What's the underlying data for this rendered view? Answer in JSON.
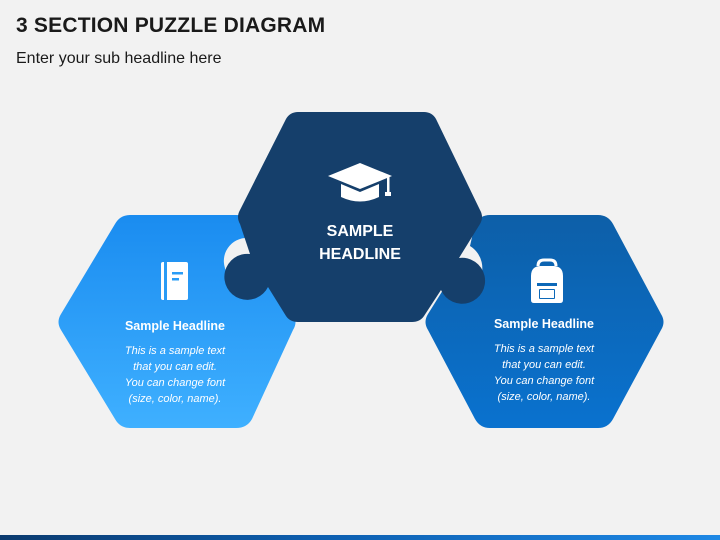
{
  "header": {
    "title": "3 SECTION PUZZLE DIAGRAM",
    "subtitle": "Enter your sub headline here"
  },
  "diagram": {
    "center": {
      "headline_line1": "SAMPLE",
      "headline_line2": "HEADLINE",
      "icon": "graduation-cap-icon",
      "color": "#153f6b"
    },
    "left": {
      "headline": "Sample Headline",
      "body_lines": [
        "This is a sample text",
        "that you can edit.",
        "You can change font",
        "(size, color, name)."
      ],
      "icon": "book-icon",
      "color_top": "#1a8cf0",
      "color_bottom": "#3fb0ff"
    },
    "right": {
      "headline": "Sample Headline",
      "body_lines": [
        "This is a sample text",
        "that you can edit.",
        "You can change font",
        "(size, color, name)."
      ],
      "icon": "backpack-icon",
      "color_top": "#0d5fa8",
      "color_bottom": "#0a72cf"
    }
  },
  "colors": {
    "background": "#f2f2f2",
    "text_dark": "#1a1a1a",
    "text_light": "#ffffff"
  }
}
